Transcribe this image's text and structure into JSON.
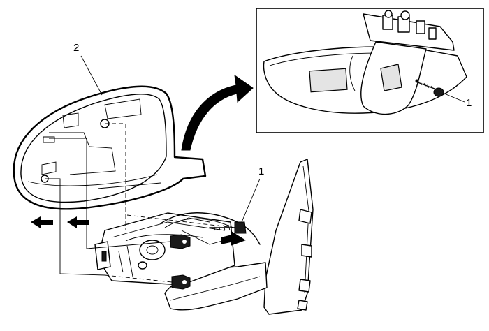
{
  "callouts": {
    "housing": "2",
    "screw_main": "1",
    "screw_detail": "1"
  }
}
